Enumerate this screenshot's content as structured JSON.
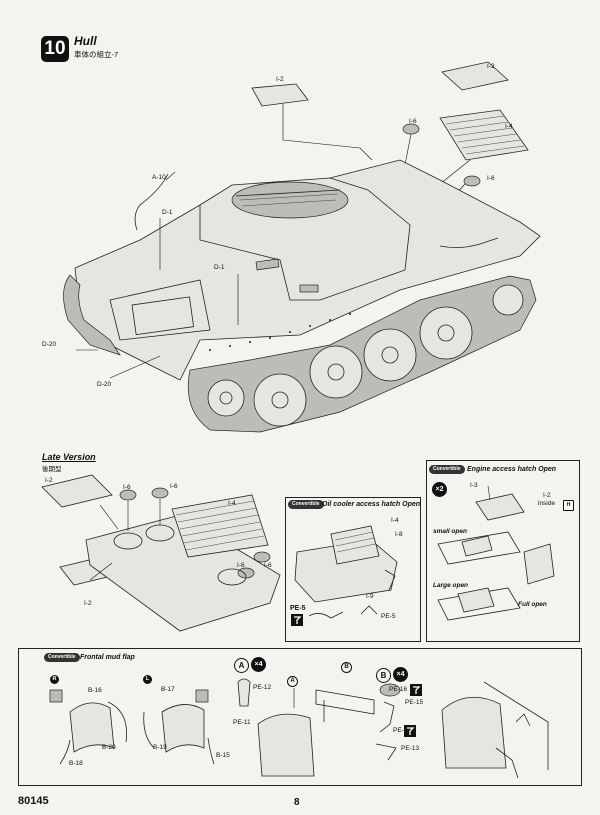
{
  "step": {
    "number": "10",
    "title": "Hull",
    "subtitle": "車体の組立-7"
  },
  "main_labels": {
    "i2_left": "I-2",
    "i2_right": "I-2",
    "i6_top": "I-6",
    "i4": "I-4",
    "i6_right": "I-6",
    "a10": "A-10",
    "d1_left": "D-1",
    "d1_mid": "D-1",
    "d20_a": "D-20",
    "d20_b": "D-20"
  },
  "late_version": {
    "title": "Late Version",
    "subtitle": "後期型",
    "labels": {
      "i2_top": "I-2",
      "i6_a": "I-6",
      "i6_b": "I-6",
      "i4": "I-4",
      "i6_c": "I-6",
      "i6_d": "I-6",
      "i2_bottom": "I-2"
    }
  },
  "oil_cooler": {
    "badge": "Convertible",
    "title": "Oil cooler access hatch Open",
    "labels": {
      "i4": "I-4",
      "i8": "I-8",
      "i9": "I-9",
      "pe5_part": "PE-5",
      "pe5_title": "PE-5"
    }
  },
  "engine_hatch": {
    "badge": "Convertible",
    "title": "Engine access hatch Open",
    "multiplier": "×2",
    "labels": {
      "i3": "I-3",
      "i2": "I-2",
      "inside": "inside",
      "small_open": "small open",
      "large_open": "Large open",
      "full_open": "Full open"
    },
    "h_icon": "H"
  },
  "mud_flap": {
    "badge": "Convertible",
    "title": "Frontal mud flap",
    "right_badge": "R",
    "left_badge": "L",
    "labels": {
      "b16": "B-16",
      "b17": "B-17",
      "b20": "B-20",
      "b19": "B-19",
      "b18": "B-18",
      "b15": "B-15"
    },
    "a_badge": "A",
    "a_mult": "×4",
    "b_badge": "B",
    "b_mult": "×4",
    "pe_labels": {
      "pe12": "PE-12",
      "pe11": "PE-11",
      "pe16": "PE-16",
      "pe15": "PE-15",
      "pe14": "PE-14",
      "pe13": "PE-13"
    },
    "a_small": "A",
    "b_small": "B"
  },
  "footer": {
    "code": "80145",
    "page": "8"
  }
}
